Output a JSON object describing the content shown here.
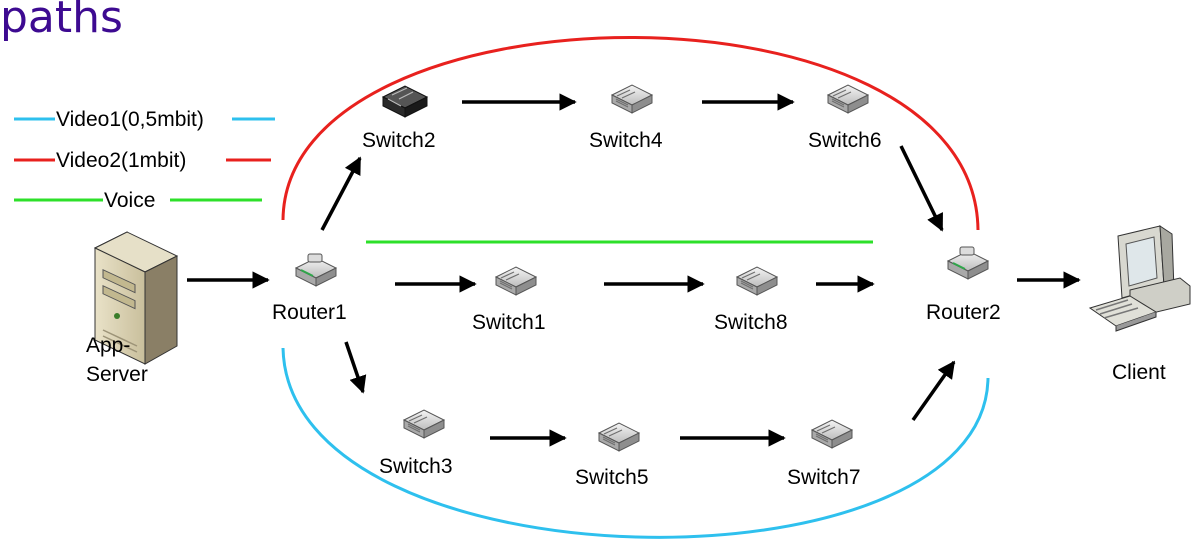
{
  "heading": "paths",
  "colors": {
    "heading": "#3d0a91",
    "video1": "#2ec0ee",
    "video2": "#e8211e",
    "voice": "#2de02a",
    "arrow": "#000000"
  },
  "legend": {
    "video1": "Video1(0,5mbit)",
    "video2": "Video2(1mbit)",
    "voice": "Voice"
  },
  "nodes": {
    "app_server_line1": "App-",
    "app_server_line2": "Server",
    "router1": "Router1",
    "router2": "Router2",
    "switch1": "Switch1",
    "switch2": "Switch2",
    "switch3": "Switch3",
    "switch4": "Switch4",
    "switch5": "Switch5",
    "switch6": "Switch6",
    "switch7": "Switch7",
    "switch8": "Switch8",
    "client": "Client"
  },
  "icons": {
    "server": "server-tower-icon",
    "router": "router-icon",
    "switch": "network-switch-icon",
    "client": "desktop-computer-icon"
  }
}
